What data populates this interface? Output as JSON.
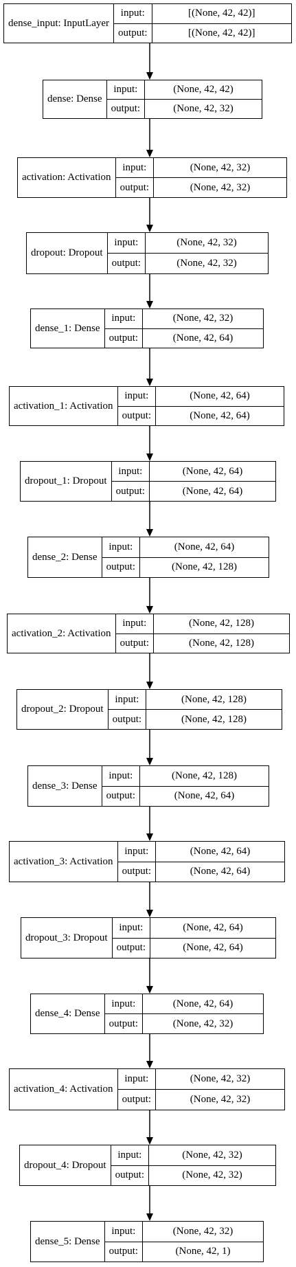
{
  "nodes": [
    {
      "name": "dense_input: InputLayer",
      "input_label": "input:",
      "output_label": "output:",
      "input": "[(None, 42, 42)]",
      "output": "[(None, 42, 42)]"
    },
    {
      "name": "dense: Dense",
      "input_label": "input:",
      "output_label": "output:",
      "input": "(None, 42, 42)",
      "output": "(None, 42, 32)"
    },
    {
      "name": "activation: Activation",
      "input_label": "input:",
      "output_label": "output:",
      "input": "(None, 42, 32)",
      "output": "(None, 42, 32)"
    },
    {
      "name": "dropout: Dropout",
      "input_label": "input:",
      "output_label": "output:",
      "input": "(None, 42, 32)",
      "output": "(None, 42, 32)"
    },
    {
      "name": "dense_1: Dense",
      "input_label": "input:",
      "output_label": "output:",
      "input": "(None, 42, 32)",
      "output": "(None, 42, 64)"
    },
    {
      "name": "activation_1: Activation",
      "input_label": "input:",
      "output_label": "output:",
      "input": "(None, 42, 64)",
      "output": "(None, 42, 64)"
    },
    {
      "name": "dropout_1: Dropout",
      "input_label": "input:",
      "output_label": "output:",
      "input": "(None, 42, 64)",
      "output": "(None, 42, 64)"
    },
    {
      "name": "dense_2: Dense",
      "input_label": "input:",
      "output_label": "output:",
      "input": "(None, 42, 64)",
      "output": "(None, 42, 128)"
    },
    {
      "name": "activation_2: Activation",
      "input_label": "input:",
      "output_label": "output:",
      "input": "(None, 42, 128)",
      "output": "(None, 42, 128)"
    },
    {
      "name": "dropout_2: Dropout",
      "input_label": "input:",
      "output_label": "output:",
      "input": "(None, 42, 128)",
      "output": "(None, 42, 128)"
    },
    {
      "name": "dense_3: Dense",
      "input_label": "input:",
      "output_label": "output:",
      "input": "(None, 42, 128)",
      "output": "(None, 42, 64)"
    },
    {
      "name": "activation_3: Activation",
      "input_label": "input:",
      "output_label": "output:",
      "input": "(None, 42, 64)",
      "output": "(None, 42, 64)"
    },
    {
      "name": "dropout_3: Dropout",
      "input_label": "input:",
      "output_label": "output:",
      "input": "(None, 42, 64)",
      "output": "(None, 42, 64)"
    },
    {
      "name": "dense_4: Dense",
      "input_label": "input:",
      "output_label": "output:",
      "input": "(None, 42, 64)",
      "output": "(None, 42, 32)"
    },
    {
      "name": "activation_4: Activation",
      "input_label": "input:",
      "output_label": "output:",
      "input": "(None, 42, 32)",
      "output": "(None, 42, 32)"
    },
    {
      "name": "dropout_4: Dropout",
      "input_label": "input:",
      "output_label": "output:",
      "input": "(None, 42, 32)",
      "output": "(None, 42, 32)"
    },
    {
      "name": "dense_5: Dense",
      "input_label": "input:",
      "output_label": "output:",
      "input": "(None, 42, 32)",
      "output": "(None, 42, 1)"
    }
  ]
}
